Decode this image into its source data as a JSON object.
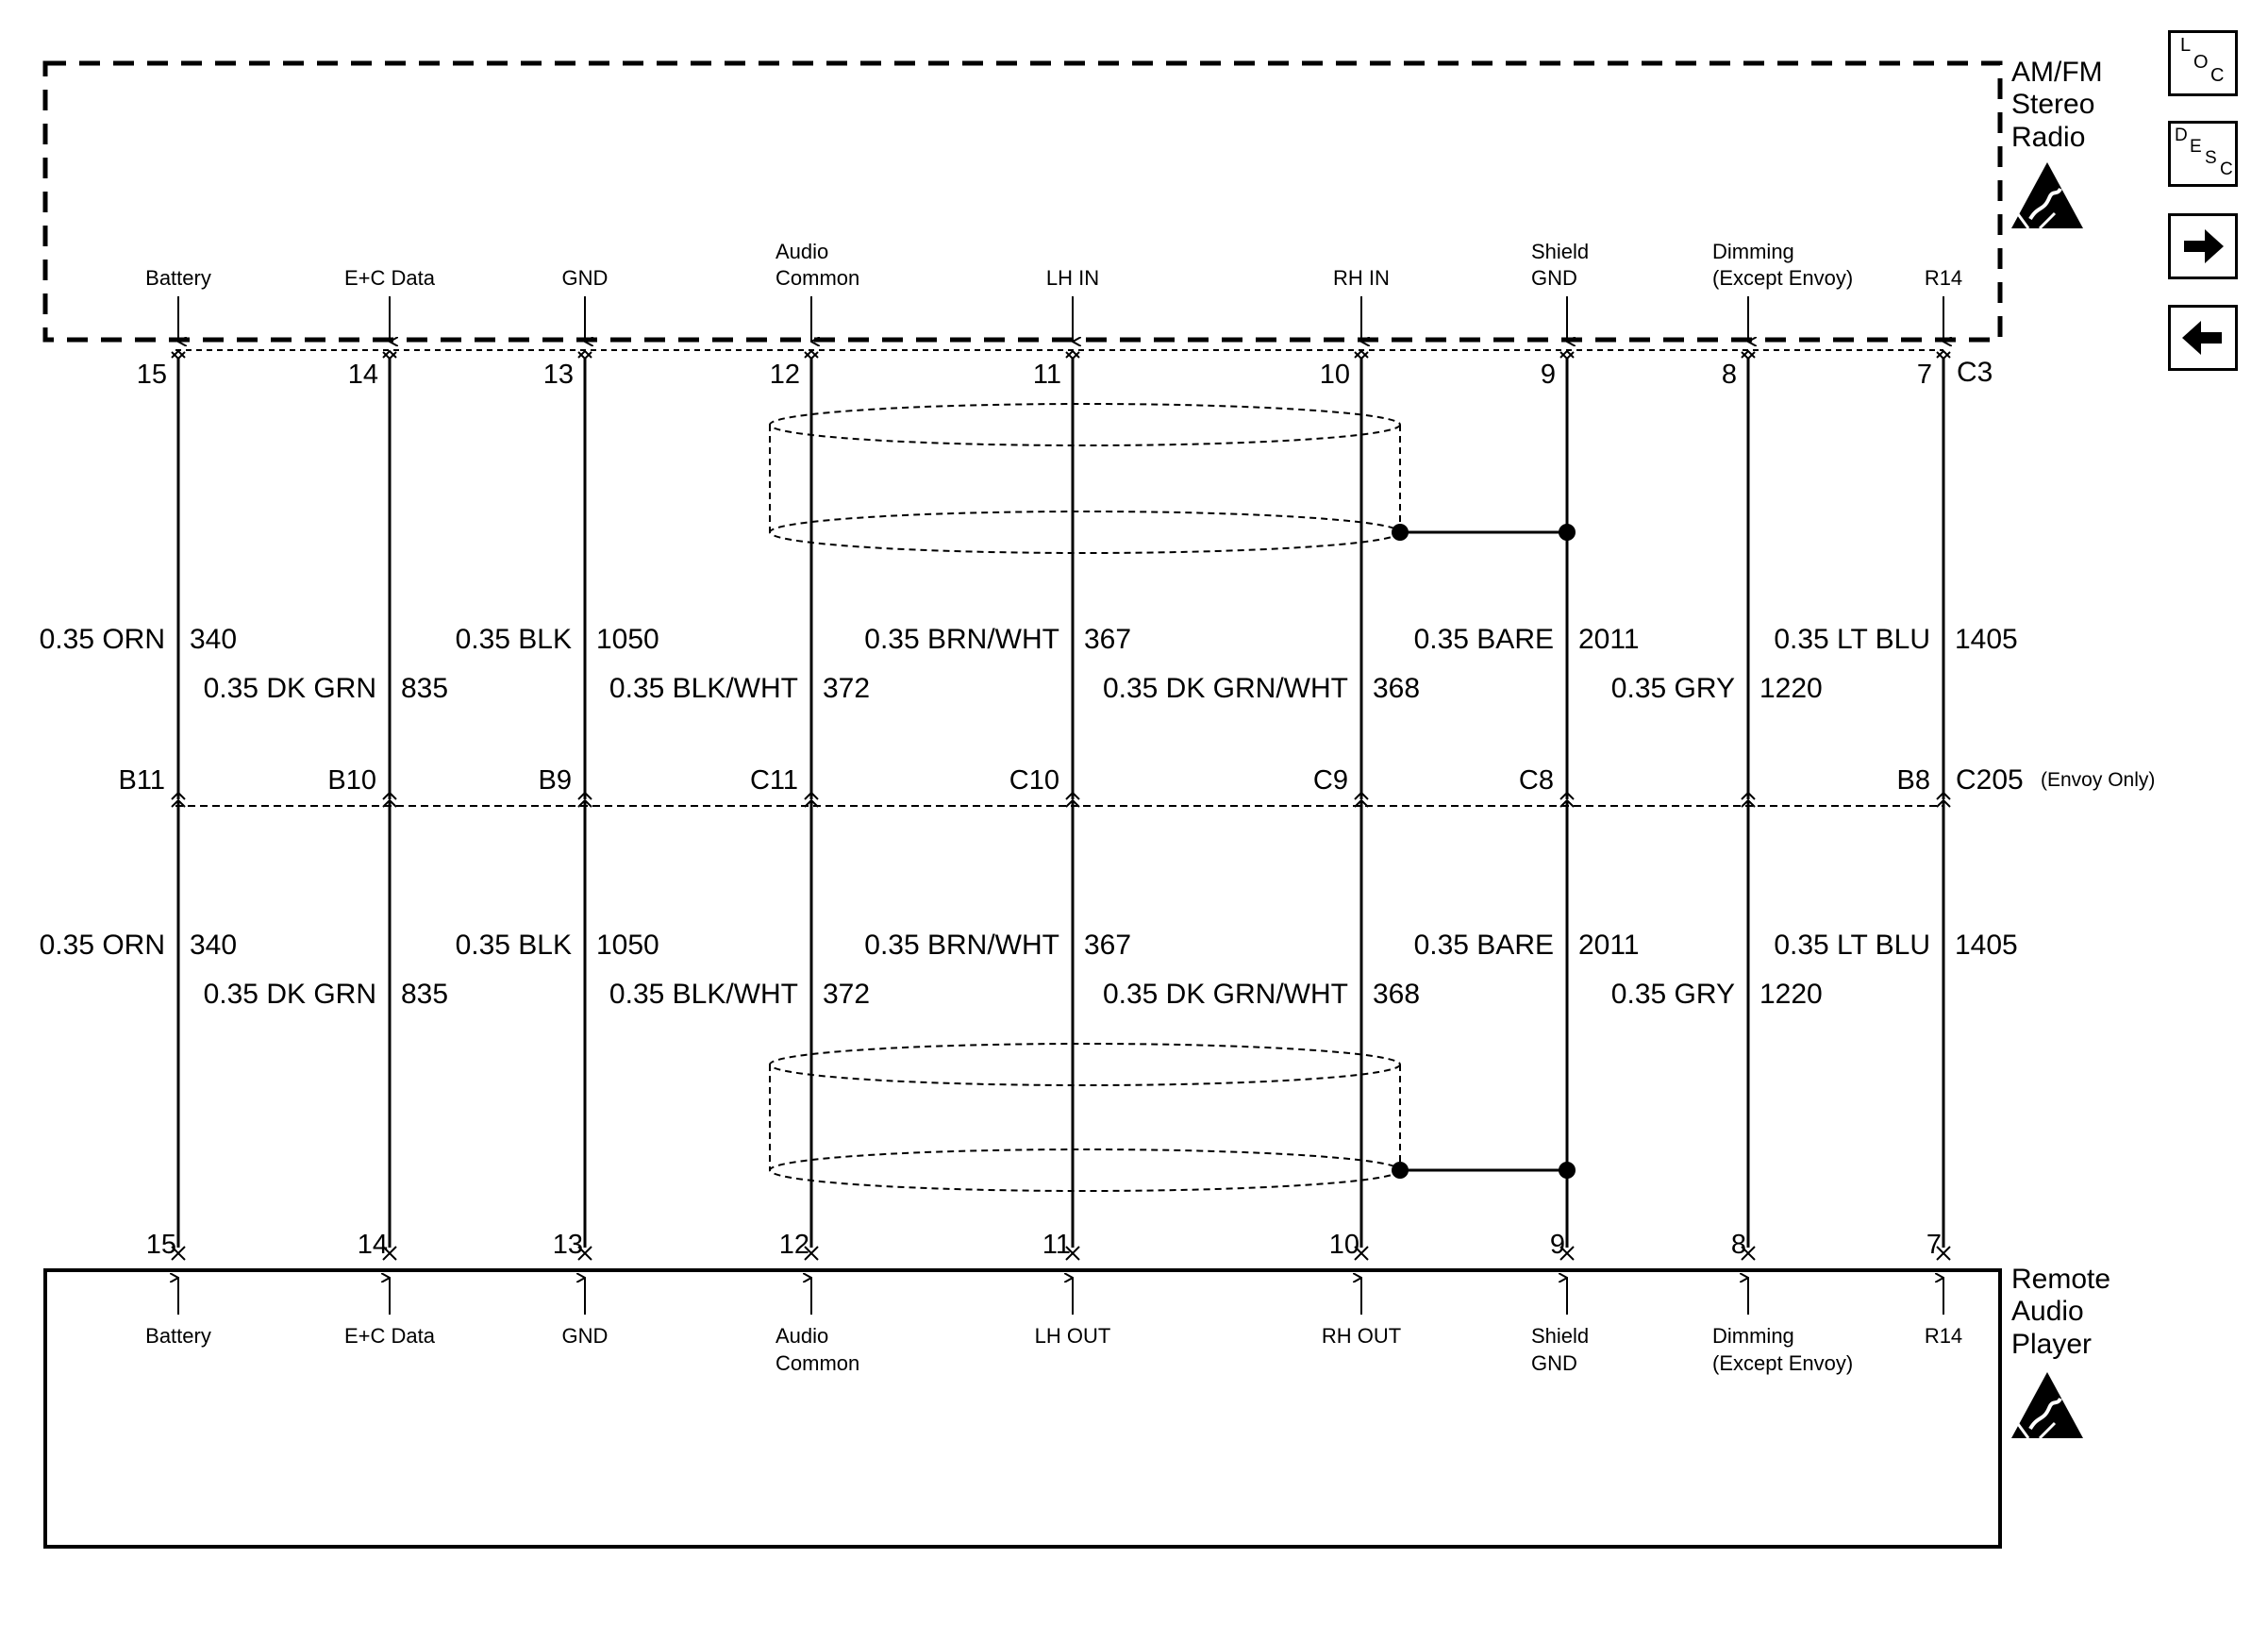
{
  "top_component": {
    "name_lines": [
      "AM/FM",
      "Stereo",
      "Radio"
    ],
    "connector": "C3",
    "pins": [
      {
        "num": "15",
        "label": [
          "Battery"
        ]
      },
      {
        "num": "14",
        "label": [
          "E+C Data"
        ]
      },
      {
        "num": "13",
        "label": [
          "GND"
        ]
      },
      {
        "num": "12",
        "label": [
          "Audio",
          "Common"
        ]
      },
      {
        "num": "11",
        "label": [
          "LH IN"
        ]
      },
      {
        "num": "10",
        "label": [
          "RH IN"
        ]
      },
      {
        "num": "9",
        "label": [
          "Shield",
          "GND"
        ]
      },
      {
        "num": "8",
        "label": [
          "Dimming",
          "(Except Envoy)"
        ]
      },
      {
        "num": "7",
        "label": [
          "R14"
        ]
      }
    ]
  },
  "inline_connector": {
    "name": "C205",
    "note": "(Envoy Only)",
    "pins": [
      "B11",
      "B10",
      "B9",
      "C11",
      "C10",
      "C9",
      "C8",
      "",
      "B8"
    ]
  },
  "wires_upper": {
    "row1": [
      {
        "spec": "0.35 ORN",
        "circuit": "340"
      },
      {
        "spec": "0.35 BLK",
        "circuit": "1050"
      },
      {
        "spec": "0.35 BRN/WHT",
        "circuit": "367"
      },
      {
        "spec": "0.35 BARE",
        "circuit": "2011"
      },
      {
        "spec": "0.35 LT BLU",
        "circuit": "1405"
      }
    ],
    "row2": [
      {
        "spec": "0.35 DK GRN",
        "circuit": "835"
      },
      {
        "spec": "0.35 BLK/WHT",
        "circuit": "372"
      },
      {
        "spec": "0.35 DK GRN/WHT",
        "circuit": "368"
      },
      {
        "spec": "0.35 GRY",
        "circuit": "1220"
      }
    ]
  },
  "wires_lower": {
    "row1": [
      {
        "spec": "0.35 ORN",
        "circuit": "340"
      },
      {
        "spec": "0.35 BLK",
        "circuit": "1050"
      },
      {
        "spec": "0.35 BRN/WHT",
        "circuit": "367"
      },
      {
        "spec": "0.35 BARE",
        "circuit": "2011"
      },
      {
        "spec": "0.35 LT BLU",
        "circuit": "1405"
      }
    ],
    "row2": [
      {
        "spec": "0.35 DK GRN",
        "circuit": "835"
      },
      {
        "spec": "0.35 BLK/WHT",
        "circuit": "372"
      },
      {
        "spec": "0.35 DK GRN/WHT",
        "circuit": "368"
      },
      {
        "spec": "0.35 GRY",
        "circuit": "1220"
      }
    ]
  },
  "bottom_component": {
    "name_lines": [
      "Remote",
      "Audio",
      "Player"
    ],
    "pins": [
      {
        "num": "15",
        "label": [
          "Battery"
        ]
      },
      {
        "num": "14",
        "label": [
          "E+C Data"
        ]
      },
      {
        "num": "13",
        "label": [
          "GND"
        ]
      },
      {
        "num": "12",
        "label": [
          "Audio",
          "Common"
        ]
      },
      {
        "num": "11",
        "label": [
          "LH OUT"
        ]
      },
      {
        "num": "10",
        "label": [
          "RH OUT"
        ]
      },
      {
        "num": "9",
        "label": [
          "Shield",
          "GND"
        ]
      },
      {
        "num": "8",
        "label": [
          "Dimming",
          "(Except Envoy)"
        ]
      },
      {
        "num": "7",
        "label": [
          "R14"
        ]
      }
    ]
  },
  "nav": {
    "loc": {
      "top": "L",
      "mid": "O",
      "bot": "C"
    },
    "desc": {
      "a": "D",
      "b": "E",
      "c": "S",
      "d": "C"
    },
    "next_icon": "arrow-right-icon",
    "prev_icon": "arrow-left-icon"
  },
  "esd_icon": "esd-warning-icon"
}
